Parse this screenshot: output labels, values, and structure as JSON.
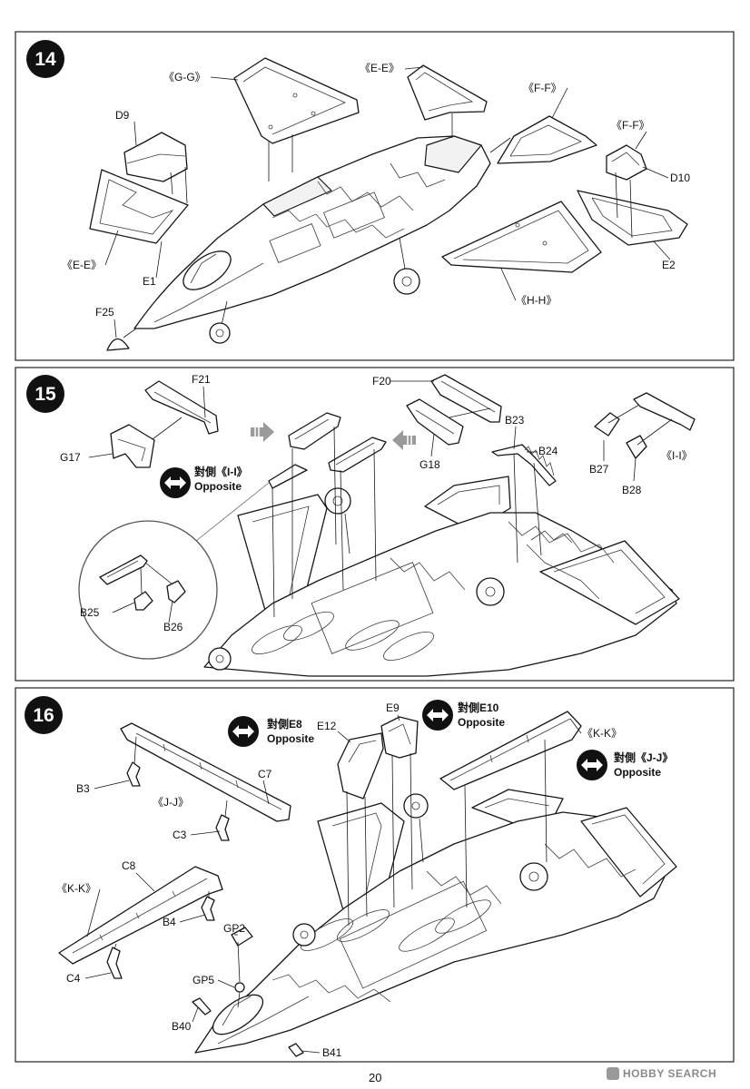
{
  "page_number": "20",
  "watermark": "HOBBY SEARCH",
  "icons": {
    "opposite": "double-arrow-icon",
    "direction": "gray-arrow-icon",
    "step": "step-number-badge"
  },
  "step14": {
    "number": "14",
    "labels": {
      "gg": "《G-G》",
      "ee_top": "《E-E》",
      "ff_top": "《F-F》",
      "d9": "D9",
      "ff_right": "《F-F》",
      "d10": "D10",
      "ee_left": "《E-E》",
      "e1": "E1",
      "e2": "E2",
      "hh": "《H-H》",
      "f25": "F25"
    }
  },
  "step15": {
    "number": "15",
    "labels": {
      "f21": "F21",
      "f20": "F20",
      "b23": "B23",
      "g17": "G17",
      "b24": "B24",
      "ii": "《I-I》",
      "g18": "G18",
      "b27": "B27",
      "b28": "B28",
      "b25": "B25",
      "b26": "B26"
    },
    "opposite_note": {
      "primary": "對側《I-I》",
      "secondary": "Opposite"
    }
  },
  "step16": {
    "number": "16",
    "labels": {
      "e12": "E12",
      "e9": "E9",
      "kk_top": "《K-K》",
      "c7": "C7",
      "b3": "B3",
      "jj": "《J-J》",
      "c3": "C3",
      "c8": "C8",
      "kk_left": "《K-K》",
      "b4": "B4",
      "gp2": "GP2",
      "gp5": "GP5",
      "c4": "C4",
      "b40": "B40",
      "b41": "B41"
    },
    "opposite_notes": [
      {
        "primary": "對側E8",
        "secondary": "Opposite"
      },
      {
        "primary": "對側E10",
        "secondary": "Opposite"
      },
      {
        "primary": "對側《J-J》",
        "secondary": "Opposite"
      }
    ]
  }
}
